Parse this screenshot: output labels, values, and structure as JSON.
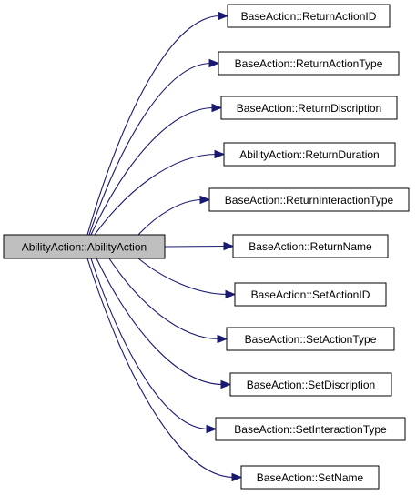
{
  "colors": {
    "edge": "#191970",
    "root_fill": "#bfbfbf",
    "node_fill": "#ffffff",
    "node_border": "#000000"
  },
  "root": {
    "label": "AbilityAction::AbilityAction"
  },
  "callees": [
    {
      "label": "BaseAction::ReturnActionID"
    },
    {
      "label": "BaseAction::ReturnActionType"
    },
    {
      "label": "BaseAction::ReturnDiscription"
    },
    {
      "label": "AbilityAction::ReturnDuration"
    },
    {
      "label": "BaseAction::ReturnInteractionType"
    },
    {
      "label": "BaseAction::ReturnName"
    },
    {
      "label": "BaseAction::SetActionID"
    },
    {
      "label": "BaseAction::SetActionType"
    },
    {
      "label": "BaseAction::SetDiscription"
    },
    {
      "label": "BaseAction::SetInteractionType"
    },
    {
      "label": "BaseAction::SetName"
    }
  ]
}
